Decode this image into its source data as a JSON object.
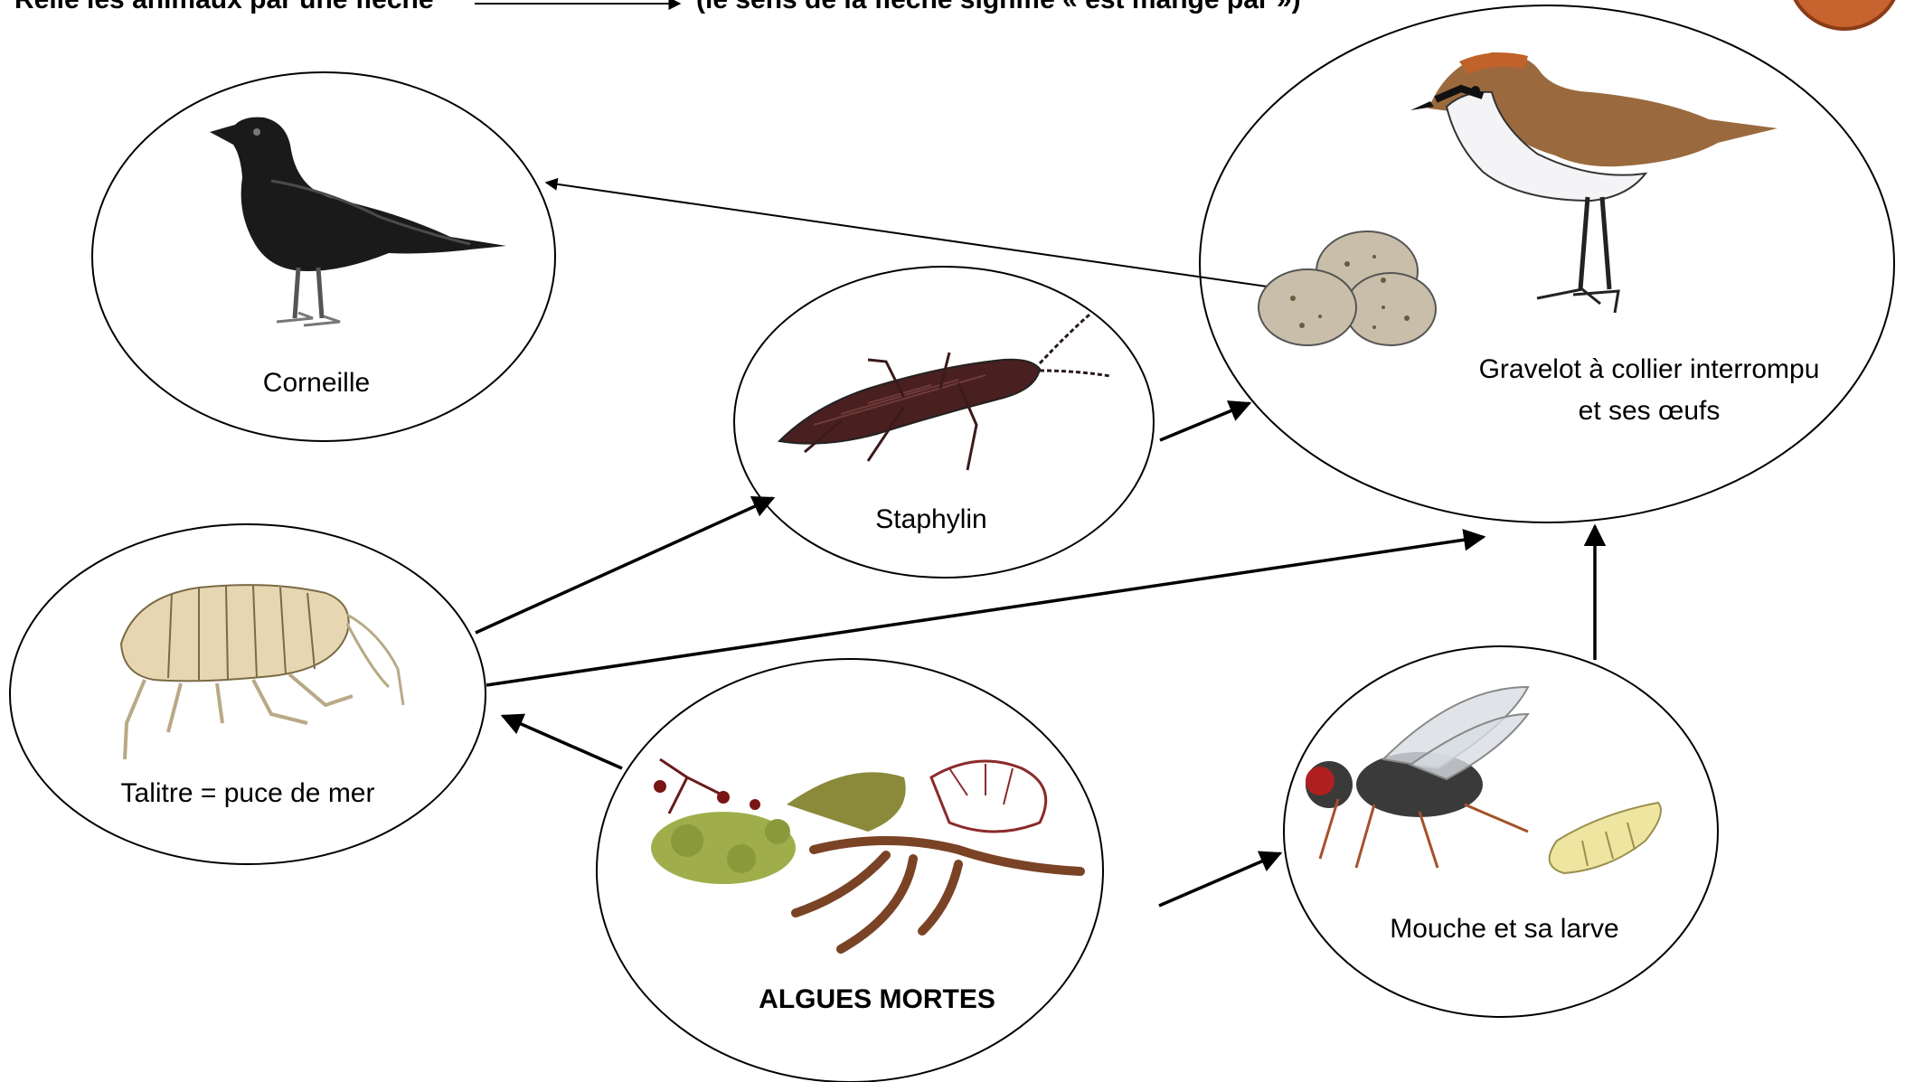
{
  "instruction": {
    "left": "Relie les animaux par une flèche",
    "right": "(le sens de la flèche signifie « est mangé par »)"
  },
  "organisms": {
    "corneille": {
      "label": "Corneille"
    },
    "gravelot": {
      "label_line1": "Gravelot à collier interrompu",
      "label_line2": "et ses œufs"
    },
    "staphylin": {
      "label": "Staphylin"
    },
    "talitre": {
      "label": "Talitre = puce de mer"
    },
    "algues": {
      "label": "ALGUES MORTES"
    },
    "mouche": {
      "label": "Mouche et sa larve"
    }
  },
  "arrows": [
    {
      "from": "gravelot",
      "to": "corneille"
    },
    {
      "from": "talitre",
      "to": "staphylin"
    },
    {
      "from": "staphylin",
      "to": "gravelot"
    },
    {
      "from": "talitre",
      "to": "gravelot"
    },
    {
      "from": "algues",
      "to": "talitre"
    },
    {
      "from": "algues",
      "to": "mouche"
    },
    {
      "from": "mouche",
      "to": "gravelot"
    }
  ],
  "colors": {
    "stroke": "#000000",
    "badge": "#c8622e"
  }
}
